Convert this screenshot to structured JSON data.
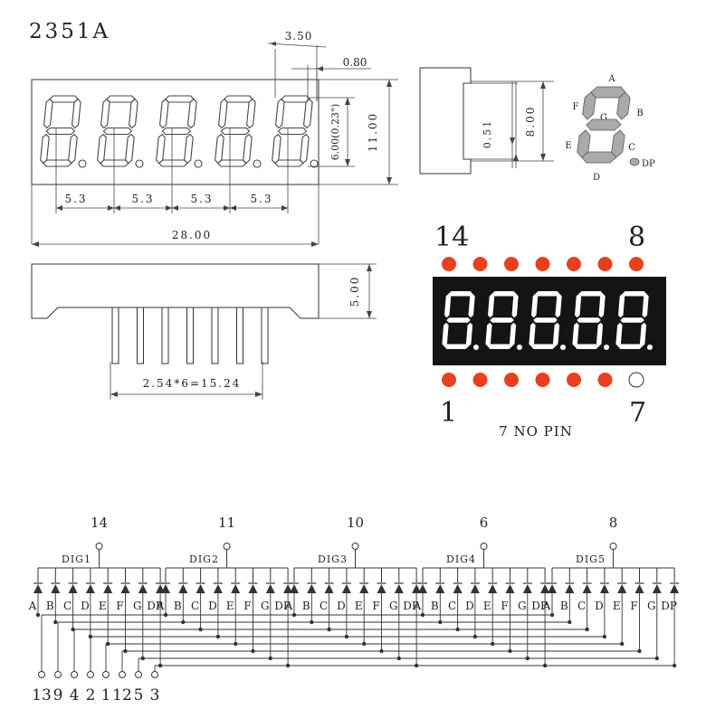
{
  "part_number": "2351A",
  "front_view": {
    "digit_pitch_labels": [
      "5.3",
      "5.3",
      "5.3",
      "5.3"
    ],
    "total_width": "28.00",
    "height": "11.00",
    "digit_height": "6.00(0.23\")",
    "slant_offset": "3.50",
    "segment_width": "0.80"
  },
  "side_view": {
    "pin_diameter": "0.51",
    "height": "8.00"
  },
  "bottom_view": {
    "depth": "5.00",
    "pin_spacing": "2.54*6=15.24"
  },
  "segment_key": {
    "segments": [
      "A",
      "B",
      "C",
      "D",
      "E",
      "F",
      "G"
    ],
    "dp_label": "DP"
  },
  "pinout": {
    "top_pins": [
      "14",
      "8"
    ],
    "bottom_pins": [
      "1",
      "7"
    ],
    "note": "7 NO PIN"
  },
  "schematic": {
    "digits": [
      {
        "name": "DIG1",
        "pin": "14"
      },
      {
        "name": "DIG2",
        "pin": "11"
      },
      {
        "name": "DIG3",
        "pin": "10"
      },
      {
        "name": "DIG4",
        "pin": "6"
      },
      {
        "name": "DIG5",
        "pin": "8"
      }
    ],
    "segment_labels": [
      "A",
      "B",
      "C",
      "D",
      "E",
      "F",
      "G",
      "DP"
    ],
    "bottom_pins": [
      "13",
      "9",
      "4",
      "2",
      "1",
      "12",
      "5",
      "3"
    ]
  }
}
